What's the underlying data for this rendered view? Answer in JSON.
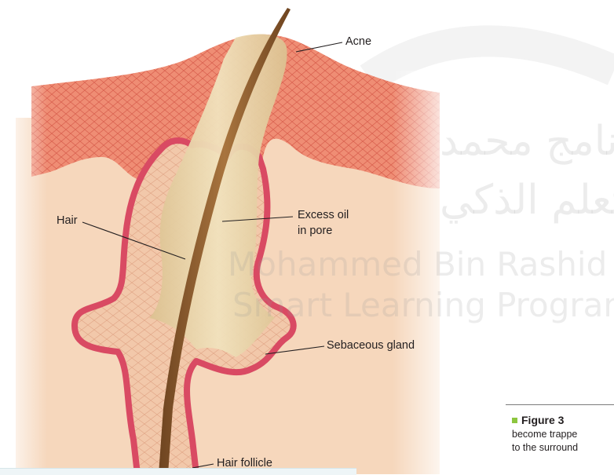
{
  "labels": {
    "acne": "Acne",
    "hair": "Hair",
    "excess_oil_1": "Excess oil",
    "excess_oil_2": "in pore",
    "sebaceous_gland": "Sebaceous gland",
    "hair_follicle": "Hair follicle"
  },
  "caption": {
    "figure_number": "Figure 3",
    "line1": "become trappe",
    "line2": "to the surround"
  },
  "watermark": {
    "arabic_1": "برنامج محمد",
    "arabic_2": "للتعلم الذكي",
    "english_1": "Mohammed Bin Rashid",
    "english_2": "Smart Learning Program"
  },
  "colors": {
    "epidermis": "#ee8a72",
    "dermis": "#f6d7bc",
    "follicle_border": "#d94a63",
    "hair": "#8b5a2b",
    "oil": "#e8d2a4",
    "accent_square": "#8dc63f"
  }
}
